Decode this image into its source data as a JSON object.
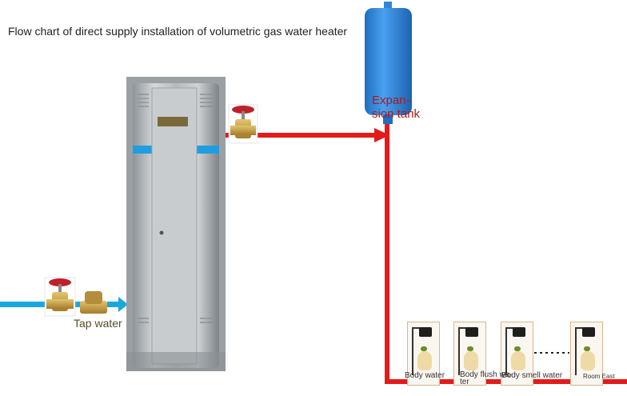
{
  "title": "Flow chart of direct supply installation of volumetric gas water heater",
  "labels": {
    "expansion_tank": "Expan-\nsion tank",
    "tap_water": "Tap water"
  },
  "fixtures": [
    {
      "label": "Body water"
    },
    {
      "label": "Body flush wa-\nter"
    },
    {
      "label": "Body smell water"
    },
    {
      "label": "Room East"
    }
  ],
  "colors": {
    "hot_pipe": "#e31b1b",
    "cold_pipe": "#1aa7de",
    "tank": "#2f86d8",
    "heater": "#b9bcbf",
    "valve_brass": "#c9a24a",
    "valve_handle": "#c0202a"
  },
  "icons": [
    "water-heater-icon",
    "expansion-tank-icon",
    "gate-valve-icon",
    "check-valve-icon",
    "shower-icon"
  ]
}
